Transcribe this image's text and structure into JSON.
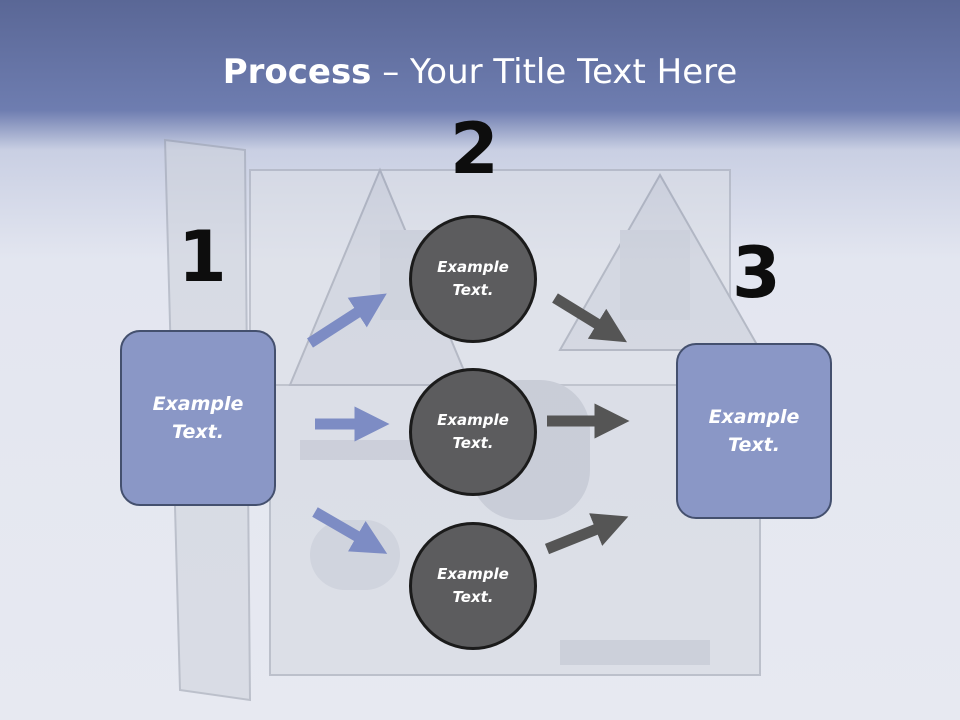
{
  "title": {
    "bold": "Process",
    "rest": " – Your Title Text Here"
  },
  "steps": {
    "one": "1",
    "two": "2",
    "three": "3"
  },
  "left_box": {
    "line1": "Example",
    "line2": "Text."
  },
  "right_box": {
    "line1": "Example",
    "line2": "Text."
  },
  "circles": [
    {
      "line1": "Example",
      "line2": "Text."
    },
    {
      "line1": "Example",
      "line2": "Text."
    },
    {
      "line1": "Example",
      "line2": "Text."
    }
  ],
  "colors": {
    "header": "#5f6c9e",
    "box_fill": "#8a97c6",
    "circle_fill": "#5c5c5e",
    "arrow_blue": "#7d8cc4",
    "arrow_dark": "#555555"
  }
}
